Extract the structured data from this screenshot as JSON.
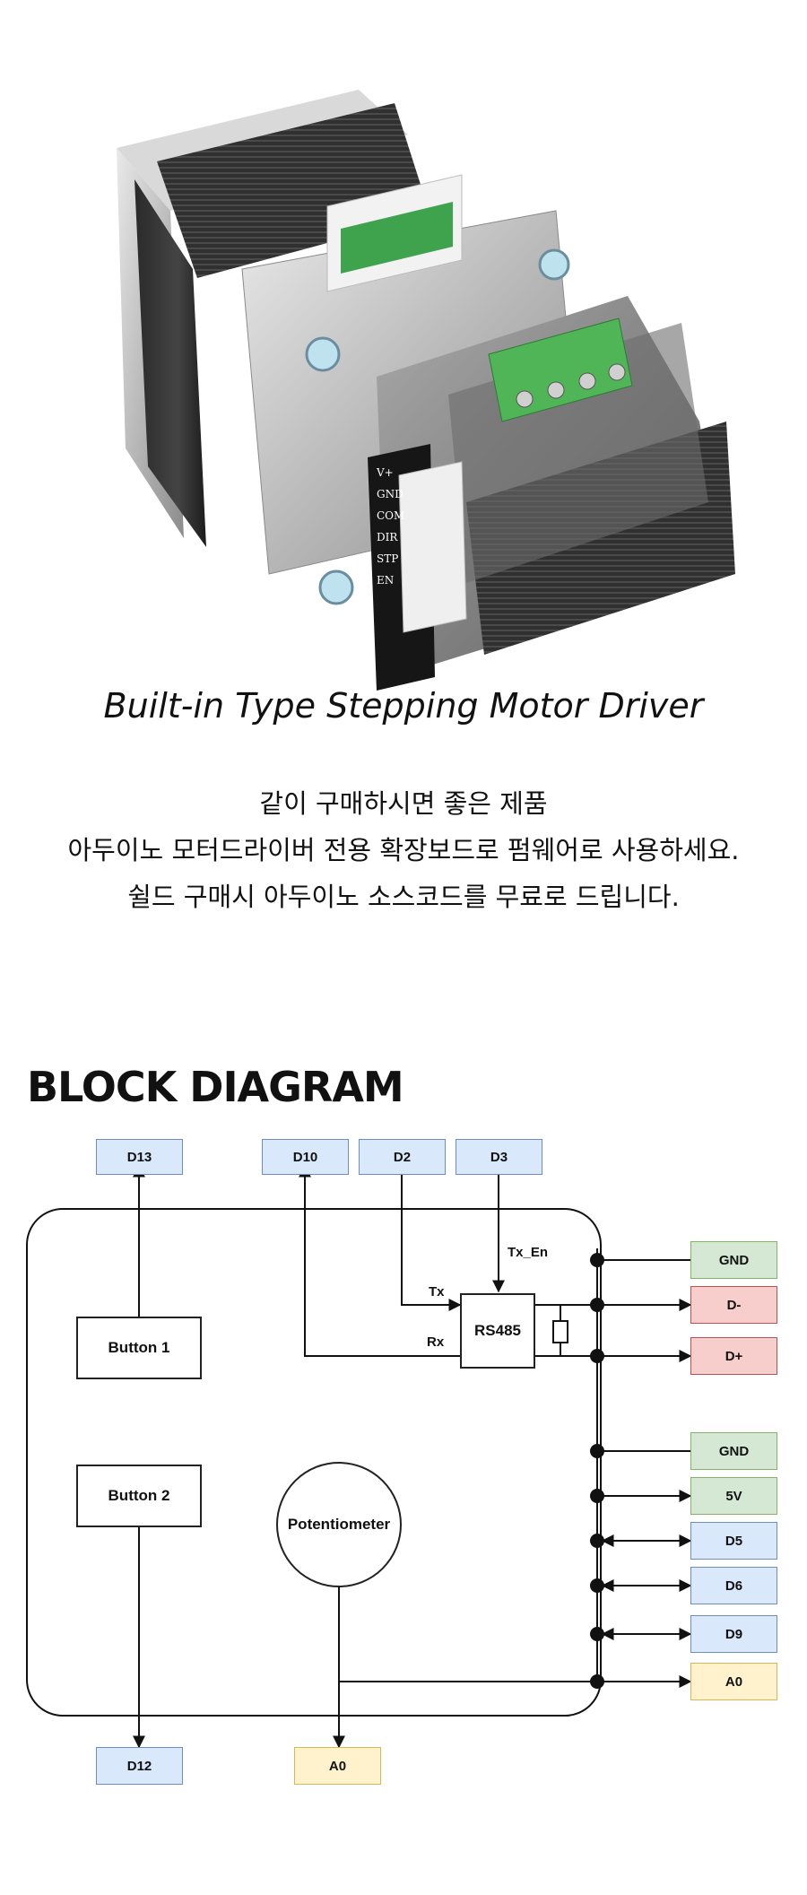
{
  "product": {
    "caption": "Built-in Type Stepping Motor Driver",
    "board_labels": [
      "V+",
      "GND",
      "COM",
      "DIR",
      "STP",
      "EN"
    ]
  },
  "description": {
    "lines": [
      "같이 구매하시면 좋은 제품",
      "아두이노 모터드라이버 전용 확장보드로 펌웨어로 사용하세요.",
      "쉴드 구매시 아두이노 소스코드를 무료로 드립니다."
    ]
  },
  "block_diagram": {
    "title": "BLOCK DIAGRAM",
    "top_pins": [
      "D13",
      "D10",
      "D2",
      "D3"
    ],
    "bottom_pins": [
      "D12",
      "A0"
    ],
    "components": {
      "button1": "Button 1",
      "button2": "Button 2",
      "potentiometer": "Potentiometer",
      "rs485": "RS485"
    },
    "signal_labels": {
      "tx": "Tx",
      "rx": "Rx",
      "tx_en": "Tx_En"
    },
    "right_pins": [
      {
        "label": "GND",
        "color": "green"
      },
      {
        "label": "D-",
        "color": "red"
      },
      {
        "label": "D+",
        "color": "red"
      },
      {
        "label": "GND",
        "color": "green"
      },
      {
        "label": "5V",
        "color": "green"
      },
      {
        "label": "D5",
        "color": "blue"
      },
      {
        "label": "D6",
        "color": "blue"
      },
      {
        "label": "D9",
        "color": "blue"
      },
      {
        "label": "A0",
        "color": "yellow"
      }
    ],
    "colors": {
      "blue_fill": "#dae8fc",
      "blue_stroke": "#6c8ebf",
      "green_fill": "#d5e8d4",
      "green_stroke": "#82b366",
      "red_fill": "#f8cecc",
      "red_stroke": "#b85450",
      "yellow_fill": "#fff2cc",
      "yellow_stroke": "#d6b656"
    }
  }
}
